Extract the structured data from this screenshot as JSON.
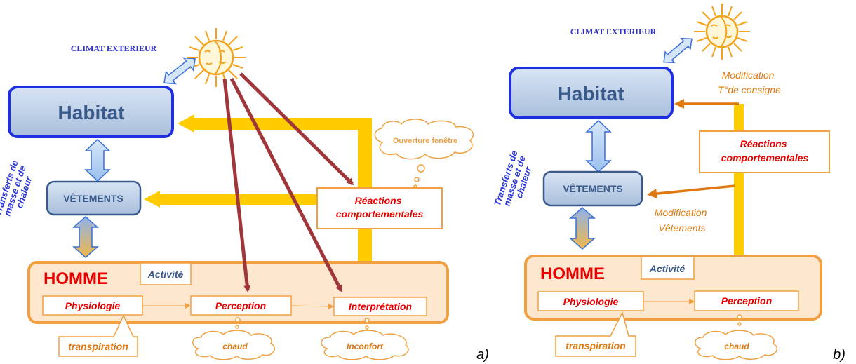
{
  "colors": {
    "sun": "#f4a21a",
    "climate_text": "#3333cc",
    "box_blue_fill": "#c5d6ea",
    "box_blue_stroke": "#1f2fe0",
    "box_title": "#3a5a8c",
    "yellow_arrow": "#ffcc00",
    "orange": "#f0a040",
    "dark_orange": "#e07a10",
    "red_brown_arrow": "#a0363a",
    "red_text": "#e80000",
    "homme_fill": "#fde7cf",
    "side_label": "#2a36d6"
  },
  "icons": [
    "sun-icon",
    "double-arrow-icon",
    "thought-cloud-icon"
  ],
  "panel_a": {
    "climate_label": "CLIMAT EXTERIEUR",
    "habitat": "Habitat",
    "vetements": "VÊTEMENTS",
    "side_label_lines": [
      "Transferts de",
      "masse et de",
      "chaleur"
    ],
    "homme": "HOMME",
    "activite": "Activité",
    "physiologie": "Physiologie",
    "perception": "Perception",
    "interpretation": "Interprétation",
    "reactions_lines": [
      "Réactions",
      "comportementales"
    ],
    "ouverture": "Ouverture fenêtre",
    "transpiration": "transpiration",
    "chaud": "chaud",
    "inconfort": "Inconfort",
    "panel_letter": "a)"
  },
  "panel_b": {
    "climate_label": "CLIMAT EXTERIEUR",
    "habitat": "Habitat",
    "vetements": "VÊTEMENTS",
    "side_label_lines": [
      "Transferts de",
      "masse et de",
      "chaleur"
    ],
    "homme": "HOMME",
    "activite": "Activité",
    "physiologie": "Physiologie",
    "perception": "Perception",
    "reactions_lines": [
      "Réactions",
      "comportementales"
    ],
    "modification_temp_lines": [
      "Modification",
      "T°de consigne"
    ],
    "modification_vet_lines": [
      "Modification",
      "Vêtements"
    ],
    "transpiration": "transpiration",
    "chaud": "chaud",
    "panel_letter": "b)"
  }
}
